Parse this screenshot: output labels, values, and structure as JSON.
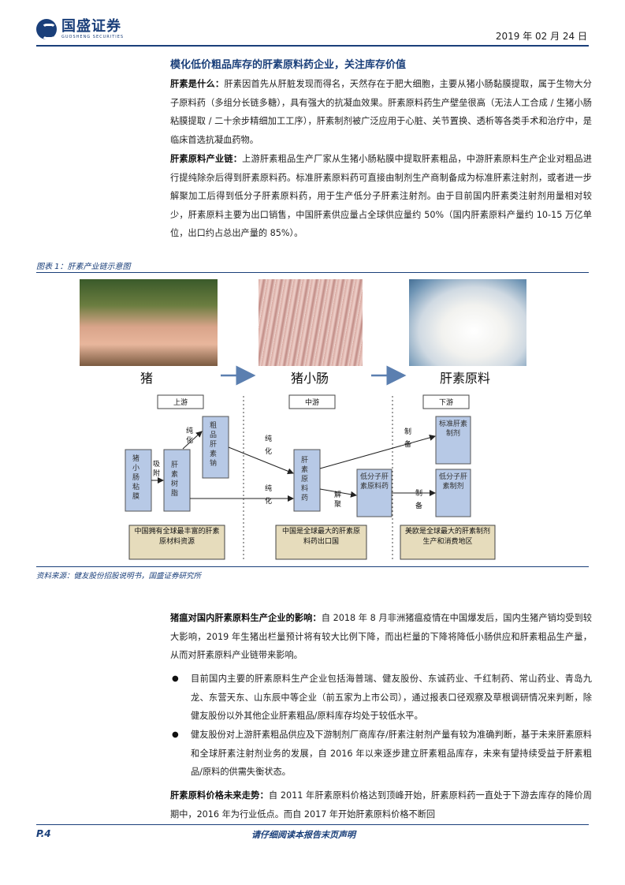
{
  "header": {
    "brand_cn": "国盛证券",
    "brand_en": "GUOSHENG SECURITIES",
    "date": "2019 年 02 月 24 日"
  },
  "section": {
    "title": "模化低价粗品库存的肝素原料药企业，关注库存价值"
  },
  "paragraphs": {
    "p1_lead": "肝素是什么：",
    "p1_body": "肝素因首先从肝脏发现而得名，天然存在于肥大细胞，主要从猪小肠黏膜提取，属于生物大分子原料药（多组分长链多糖），具有强大的抗凝血效果。肝素原料药生产壁垒很高（无法人工合成 / 生猪小肠粘膜提取 / 二十余步精细加工工序），肝素制剂被广泛应用于心脏、关节置换、透析等各类手术和治疗中，是临床首选抗凝血药物。",
    "p2_lead": "肝素原料产业链：",
    "p2_body": "上游肝素粗品生产厂家从生猪小肠粘膜中提取肝素粗品，中游肝素原料生产企业对粗品进行提纯除杂后得到肝素原料药。标准肝素原料药可直接由制剂生产商制备成为标准肝素注射剂，或者进一步解聚加工后得到低分子肝素原料药，用于生产低分子肝素注射剂。由于目前国内肝素类注射剂用量相对较少，肝素原料主要为出口销售，中国肝素供应量占全球供应量约 50%（国内肝素原料产量约 10-15 万亿单位，出口约占总出产量的 85%）。",
    "p3_lead": "猪瘟对国内肝素原料生产企业的影响：",
    "p3_body": "自 2018 年 8 月非洲猪瘟疫情在中国爆发后，国内生猪产销均受到较大影响，2019 年生猪出栏量预计将有较大比例下降，而出栏量的下降将降低小肠供应和肝素粗品生产量，从而对肝素原料产业链带来影响。",
    "p4_lead": "肝素原料价格未来走势：",
    "p4_body": "自 2011 年肝素原料价格达到顶峰开始，肝素原料药一直处于下游去库存的降价周期中，2016 年为行业低点。而自 2017 年开始肝素原料价格不断回"
  },
  "bullets": [
    "目前国内主要的肝素原料生产企业包括海普瑞、健友股份、东诚药业、千红制药、常山药业、青岛九龙、东营天东、山东辰中等企业（前五家为上市公司），通过报表口径观察及草根调研情况来判断，除健友股份以外其他企业肝素粗品/原料库存均处于较低水平。",
    "健友股份对上游肝素粗品供应及下游制剂厂商库存/肝素注射剂产量有较为准确判断，基于未来肝素原料和全球肝素注射剂业务的发展，自 2016 年以来逐步建立肝素粗品库存，未来有望持续受益于肝素粗品/原料的供需失衡状态。"
  ],
  "figure": {
    "caption": "图表 1：肝素产业链示意图",
    "source": "资料来源：健友股份招股说明书，国盛证券研究所",
    "photo_labels": [
      "猪",
      "猪小肠",
      "肝素原料"
    ],
    "stages": [
      "上游",
      "中游",
      "下游"
    ],
    "boxes": {
      "raw_mucosa": "猪小肠粘膜",
      "heparin_resin": "肝素树脂",
      "crude_heparin": "粗品肝素钠",
      "heparin_api": "肝素原料药",
      "lmwh_api": "低分子肝素原料药",
      "std_injection": "标准肝素制剂",
      "lmwh_injection": "低分子肝素制剂"
    },
    "arrow_labels": {
      "adsorb": "吸附",
      "purify_up": "纯化",
      "purify_mid1": "纯化",
      "purify_mid2": "纯化",
      "depolymerize": "解聚",
      "prepare1": "制备",
      "prepare2": "制备"
    },
    "notes": [
      "中国拥有全球最丰富的肝素原材料资源",
      "中国是全球最大的肝素原料药出口国",
      "美欧是全球最大的肝素制剂生产和消费地区"
    ]
  },
  "footer": {
    "page": "P.4",
    "note": "请仔细阅读本报告末页声明"
  }
}
